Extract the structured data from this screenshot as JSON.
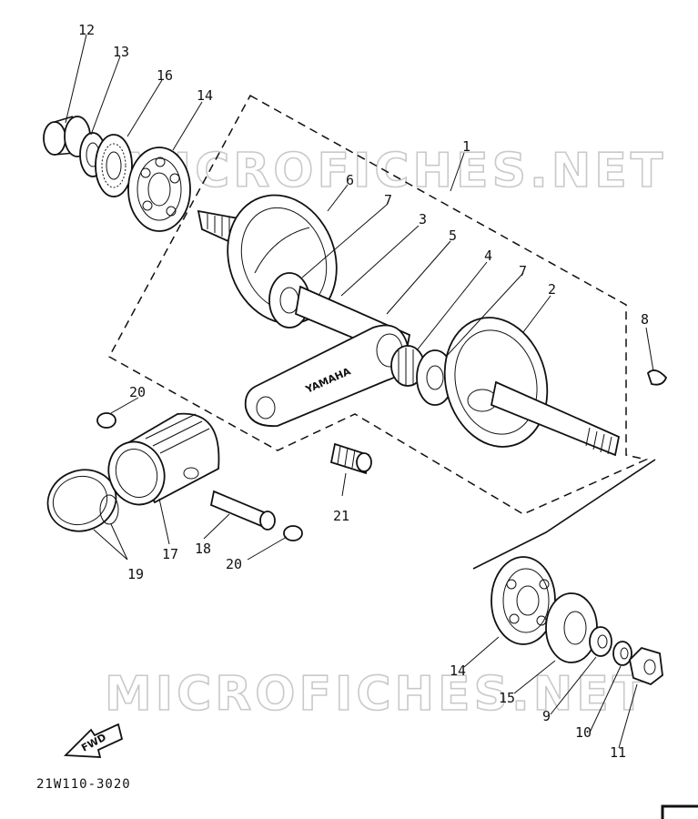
{
  "watermark": {
    "top": "MICROFICHES.NET",
    "bottom": "MICROFICHES.NET"
  },
  "part_labels": {
    "p1": "1",
    "p2": "2",
    "p3": "3",
    "p4": "4",
    "p5": "5",
    "p6": "6",
    "p7a": "7",
    "p7b": "7",
    "p8": "8",
    "p9": "9",
    "p10": "10",
    "p11": "11",
    "p12": "12",
    "p13": "13",
    "p14a": "14",
    "p14b": "14",
    "p15": "15",
    "p16": "16",
    "p17": "17",
    "p18": "18",
    "p19": "19",
    "p20a": "20",
    "p20b": "20",
    "p21": "21"
  },
  "rod_stamp": "YAMAHA",
  "fwd_arrow": "FWD",
  "diagram_code": "21W110-3020"
}
